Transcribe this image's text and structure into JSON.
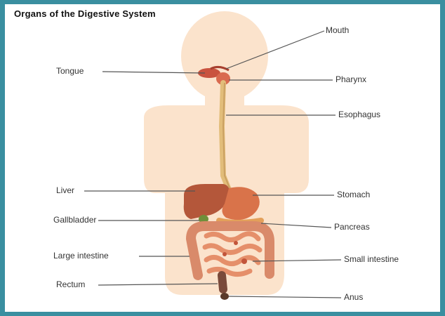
{
  "title": "Organs of the Digestive System",
  "labels": {
    "mouth": "Mouth",
    "tongue": "Tongue",
    "pharynx": "Pharynx",
    "esophagus": "Esophagus",
    "liver": "Liver",
    "stomach": "Stomach",
    "gallbladder": "Gallbladder",
    "pancreas": "Pancreas",
    "large_intestine": "Large intestine",
    "small_intestine": "Small intestine",
    "rectum": "Rectum",
    "anus": "Anus"
  },
  "colors": {
    "frame": "#3a8fa0",
    "body": "#fbe3cc",
    "liver": "#b4573a",
    "stomach": "#d9734a",
    "intestine": "#e8a080",
    "esophagus": "#e2bd7a",
    "leader_line": "#555555"
  }
}
